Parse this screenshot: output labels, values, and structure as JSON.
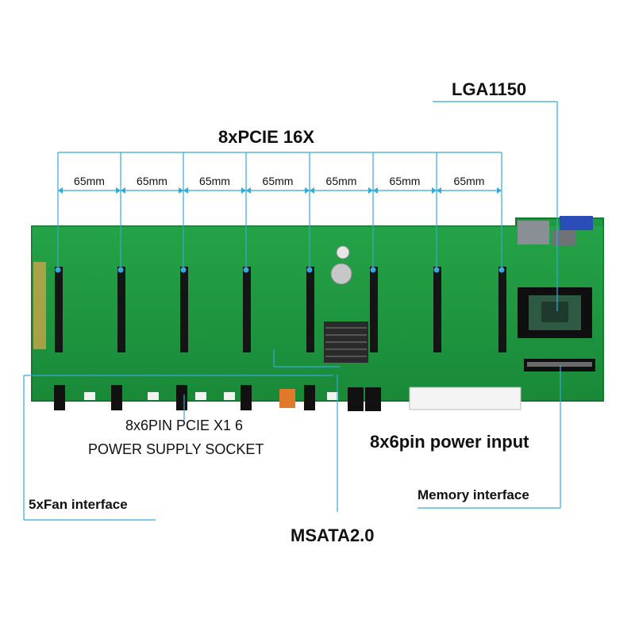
{
  "labels": {
    "lga": "LGA1150",
    "pcie": "8xPCIE 16X",
    "spacing": [
      "65mm",
      "65mm",
      "65mm",
      "65mm",
      "65mm",
      "65mm",
      "65mm"
    ],
    "power_socket_line1": "8x6PIN PCIE X1 6",
    "power_socket_line2": "POWER SUPPLY SOCKET",
    "power_input": "8x6pin power input",
    "memory": "Memory interface",
    "fan": "5xFan interface",
    "msata": "MSATA2.0"
  },
  "colors": {
    "board": "#1f9a40",
    "board_dark": "#167a30",
    "callout": "#36a9d8",
    "slot": "#151515"
  }
}
